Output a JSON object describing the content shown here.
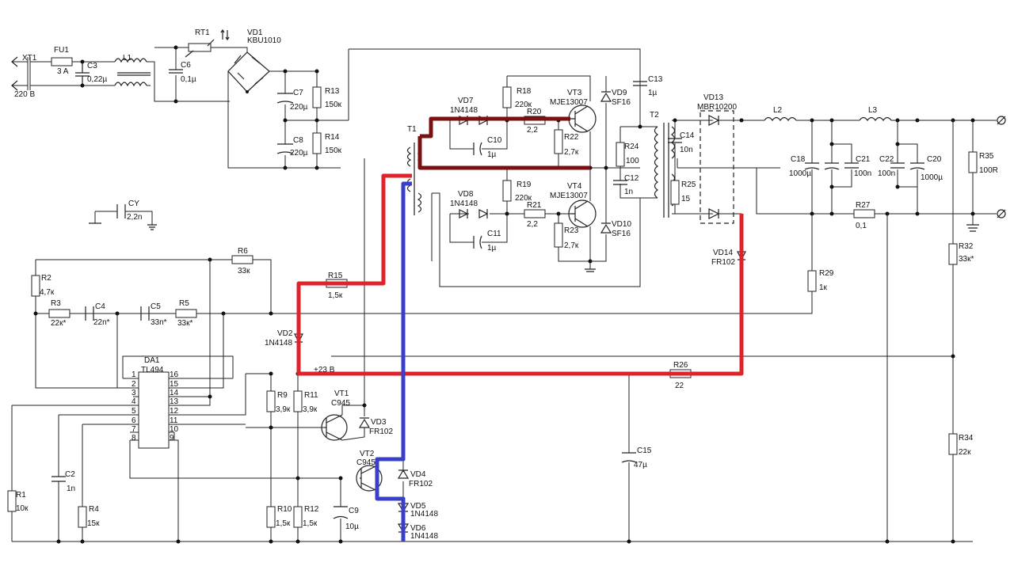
{
  "colors": {
    "wire": "#222222",
    "red": "#e0222b",
    "blue": "#3a3fc8",
    "darkred": "#7a1012"
  },
  "mains": {
    "connector": "XT1",
    "voltage": "220 В"
  },
  "fuse": {
    "ref": "FU1",
    "value": "3 A"
  },
  "thermistor": {
    "ref": "RT1"
  },
  "bridge": {
    "ref": "VD1",
    "part": "KBU1010"
  },
  "inductors": {
    "l1": "L1",
    "l2": "L2",
    "l3": "L3"
  },
  "labels": {
    "c3": "C3",
    "c3v": "0,22µ",
    "c6": "C6",
    "c6v": "0,1µ",
    "c7": "C7",
    "c7v": "220µ",
    "c8": "C8",
    "c8v": "220µ",
    "r13": "R13",
    "r13v": "150к",
    "r14": "R14",
    "r14v": "150к",
    "cy": "CY",
    "cyv": "2,2n",
    "r6": "R6",
    "r6v": "33к",
    "r2": "R2",
    "r2v": "4,7к",
    "r3": "R3",
    "r3v": "22к*",
    "c4": "C4",
    "c4v": "22n*",
    "c5": "C5",
    "c5v": "33n*",
    "r5": "R5",
    "r5v": "33к*",
    "r15": "R15",
    "r15v": "1,5к",
    "vd2": "VD2",
    "vd2v": "1N4148",
    "v23": "+23 В",
    "t1": "T1",
    "t2": "T2",
    "vd7": "VD7",
    "vd7v": "1N4148",
    "vd8": "VD8",
    "vd8v": "1N4148",
    "c10": "C10",
    "c10v": "1µ",
    "c11": "C11",
    "c11v": "1µ",
    "r18": "R18",
    "r18v": "220к",
    "r19": "R19",
    "r19v": "220к",
    "r20": "R20",
    "r20v": "2,2",
    "r21": "R21",
    "r21v": "2,2",
    "r22": "R22",
    "r22v": "2,7к",
    "r23": "R23",
    "r23v": "2,7к",
    "vt3": "VT3",
    "vt3v": "MJE13007",
    "vt4": "VT4",
    "vt4v": "MJE13007",
    "vd9": "VD9",
    "vd9v": "SF16",
    "vd10": "VD10",
    "vd10v": "SF16",
    "c13": "C13",
    "c13v": "1µ",
    "c12": "C12",
    "c12v": "1n",
    "r24": "R24",
    "r24v": "100",
    "c14": "C14",
    "c14v": "10n",
    "r25": "R25",
    "r25v": "15",
    "vd13": "VD13",
    "vd13v": "MBR10200",
    "vd14": "VD14",
    "vd14v": "FR102",
    "c18": "C18",
    "c18v": "1000µ",
    "c21": "C21",
    "c21v": "100n",
    "c22": "C22",
    "c22v": "100n",
    "c20": "C20",
    "c20v": "1000µ",
    "r35": "R35",
    "r35v": "100R",
    "r27": "R27",
    "r27v": "0,1",
    "r29": "R29",
    "r29v": "1к",
    "r32": "R32",
    "r32v": "33к*",
    "r34": "R34",
    "r34v": "22к",
    "r26": "R26",
    "r26v": "22",
    "c15": "C15",
    "c15v": "47µ",
    "da1": "DA1",
    "da1v": "TL494",
    "r9": "R9",
    "r9v": "3,9к",
    "r11": "R11",
    "r11v": "3,9к",
    "vt1": "VT1",
    "vt1v": "C945",
    "vt2": "VT2",
    "vt2v": "C945",
    "vd3": "VD3",
    "vd3v": "FR102",
    "vd4": "VD4",
    "vd4v": "FR102",
    "vd5": "VD5",
    "vd5v": "1N4148",
    "vd6": "VD6",
    "vd6v": "1N4148",
    "c9": "C9",
    "c9v": "10µ",
    "r10": "R10",
    "r10v": "1,5к",
    "r12": "R12",
    "r12v": "1,5к",
    "c2": "C2",
    "c2v": "1n",
    "r1": "R1",
    "r1v": "10к",
    "r4": "R4",
    "r4v": "15к"
  },
  "tl494_pins": {
    "left": [
      "1",
      "2",
      "3",
      "4",
      "5",
      "6",
      "7",
      "8"
    ],
    "right": [
      "16",
      "15",
      "14",
      "13",
      "12",
      "11",
      "10",
      "9"
    ]
  }
}
